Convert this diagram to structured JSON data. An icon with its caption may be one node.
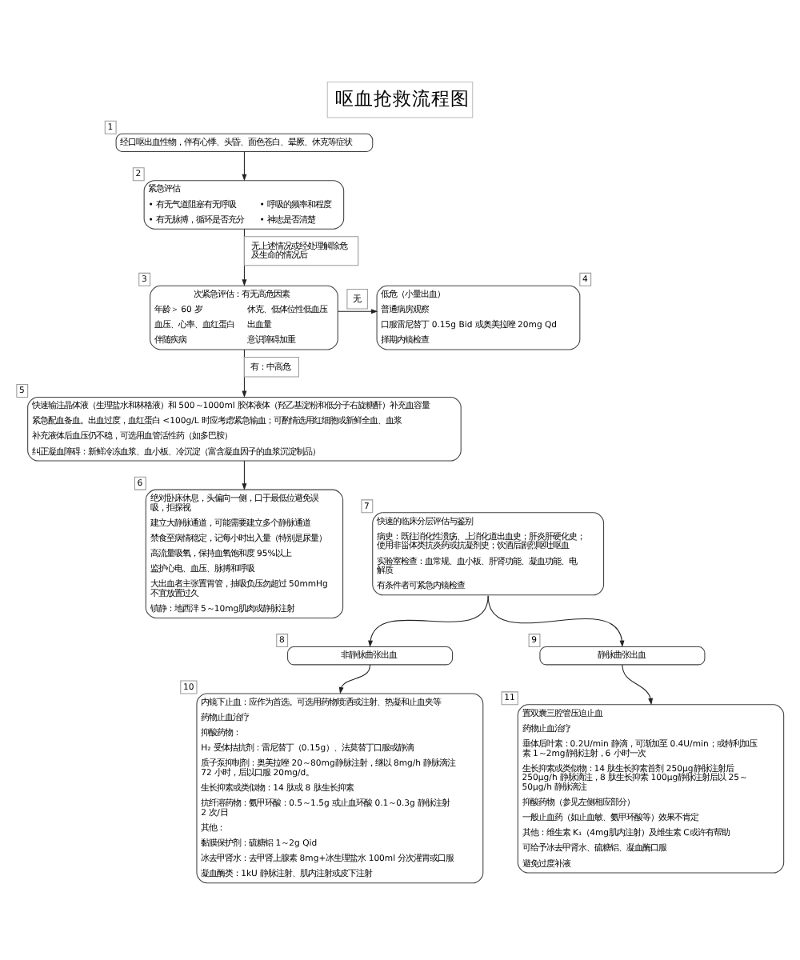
{
  "diagram": {
    "title": "呕血抢救流程图",
    "nodes": [
      {
        "text": [
          "经口呕出血性物，伴有心悸、头昏、面色苍白、晕厥、休克等症状"
        ],
        "beside": [
          "1"
        ]
      },
      {
        "text": [
          "紧急评估",
          "• 有无气道阻塞有无呼吸",
          "• 呼吸的频率和程度",
          "• 有无脉搏，循环是否充分",
          "• 神志是否清楚"
        ],
        "beside": [
          "2"
        ]
      },
      {
        "text": [
          "次紧急评估：有无高危因素",
          "年龄＞ 60 岁",
          "休克、低体位性低血压",
          "血压、心率、血红蛋白",
          "出血量",
          "伴随疾病",
          "意识障碍加重"
        ],
        "beside": [
          "3"
        ]
      },
      {
        "text": [
          "低危（小量出血）",
          "普通病房观察",
          "口服雷尼替丁 0.15g Bid 或奥美拉唑 20mg Qd",
          "择期内镜检查"
        ],
        "beside": [
          "4"
        ]
      },
      {
        "text": [
          "快速输注晶体液（生理盐水和林格液）和 500～1000ml 胶体液体（羟乙基淀粉和低分子右旋糖酐）补充血容量",
          "紧急配血备血。出血过度，血红蛋白 <100g/L 时应考虑紧急输血；可酌情选用红细胞或新鲜全血、血浆",
          "补充液体后血压仍不稳，可选用血管活性药（如多巴胺）",
          "纠正凝血障碍：新鲜冷冻血浆、血小板、冷沉淀（富含凝血因子的血浆沉淀制品）"
        ],
        "beside": [
          "5"
        ]
      },
      {
        "text": [
          "绝对卧床休息，头偏向一侧，口于最低位避免误吸，拒探视",
          "建立大静脉通道，可能需要建立多个静脉通道",
          "禁食至病情稳定，记每小时出入量（特别是尿量）",
          "高流量吸氧，保持血氧饱和度 95%以上",
          "监护心电、血压、脉搏和呼吸",
          "大出血者主张置胃管，抽吸负压勿超过 50mmHg 不宜放置过久",
          "镇静：地西泮 5～10mg肌肉或静脉注射"
        ],
        "beside": [
          "6"
        ]
      },
      {
        "text": [
          "快速的临床分层评估与鉴别",
          "病史：既往消化性溃疡、上消化道出血史；肝炎肝硬化史；使用非甾体类抗炎药或抗凝剂史；饮酒后剧烈呕吐呕血",
          "实验室检查：血常规、血小板、肝肾功能、凝血功能、电解质",
          "有条件者可紧急内镜检查"
        ],
        "beside": [
          "7"
        ]
      },
      {
        "text": [
          "非静脉曲张出血"
        ],
        "beside": [
          "8"
        ]
      },
      {
        "text": [
          "静脉曲张出血"
        ],
        "beside": [
          "9"
        ]
      },
      {
        "text": [
          "内镜下止血：应作为首选。可选用药物喷洒或注射、热凝和止血夹等",
          "药物止血治疗",
          "抑酸药物：",
          "H₂ 受体拮抗剂：雷尼替丁（0.15g）、法莫替丁口服或静滴",
          "质子泵抑制剂：奥美拉唑 20～80mg静脉注射，继以 8mg/h 静脉滴注 72 小时，后以口服 20mg/d。",
          "生长抑素或类似物：14 肽或 8 肽生长抑素",
          "抗纤溶药物：氨甲环酸：0.5～1.5g 或止血环酸 0.1～0.3g 静脉注射 2 次/日",
          "其他：",
          "黏膜保护剂：硫糖铝 1～2g Qid",
          "冰去甲肾水：去甲肾上腺素 8mg+冰生理盐水 100ml 分次灌胃或口服",
          "凝血酶类：1kU 静脉注射、肌内注射或皮下注射"
        ],
        "beside": [
          "10"
        ]
      },
      {
        "text": [
          "置双囊三腔管压迫止血",
          "药物止血治疗",
          "垂体后叶素：0.2U/min 静滴，可渐加至 0.4U/min；或特利加压素 1～2mg静脉注射，6 小时一次",
          "生长抑素或类似物：14 肽生长抑素首剂 250μg静脉注射后 250μg/h 静脉滴注，8 肽生长抑素 100μg静脉注射后以 25～50μg/h 静脉滴注",
          "抑酸药物（参见左侧相应部分）",
          "一般止血药（如止血敏、氨甲环酸等）效果不肯定",
          "其他：维生素 K₁（4mg肌内注射）及维生素 C或许有帮助",
          "可给予冰去甲肾水、硫糖铝、凝血酶口服",
          "避免过度补液"
        ],
        "beside": [
          "11"
        ]
      }
    ],
    "edges": [
      {
        "from": 0,
        "to": 1,
        "arrow": "to"
      },
      {
        "from": 1,
        "to": 2,
        "arrow": "to",
        "label": "无上述情况或经处理解除危及生命的情况后"
      },
      {
        "from": 2,
        "to": 3,
        "arrow": "to",
        "label": "无"
      },
      {
        "from": 2,
        "to": 4,
        "arrow": "to",
        "label": "有：中高危"
      },
      {
        "from": 4,
        "to": 5,
        "arrow": "to"
      },
      {
        "from": 6,
        "to": 7,
        "arrow": "to"
      },
      {
        "from": 6,
        "to": 8,
        "arrow": "to"
      },
      {
        "from": 7,
        "to": 9,
        "arrow": "to"
      },
      {
        "from": 8,
        "to": 10,
        "arrow": "to"
      }
    ]
  }
}
